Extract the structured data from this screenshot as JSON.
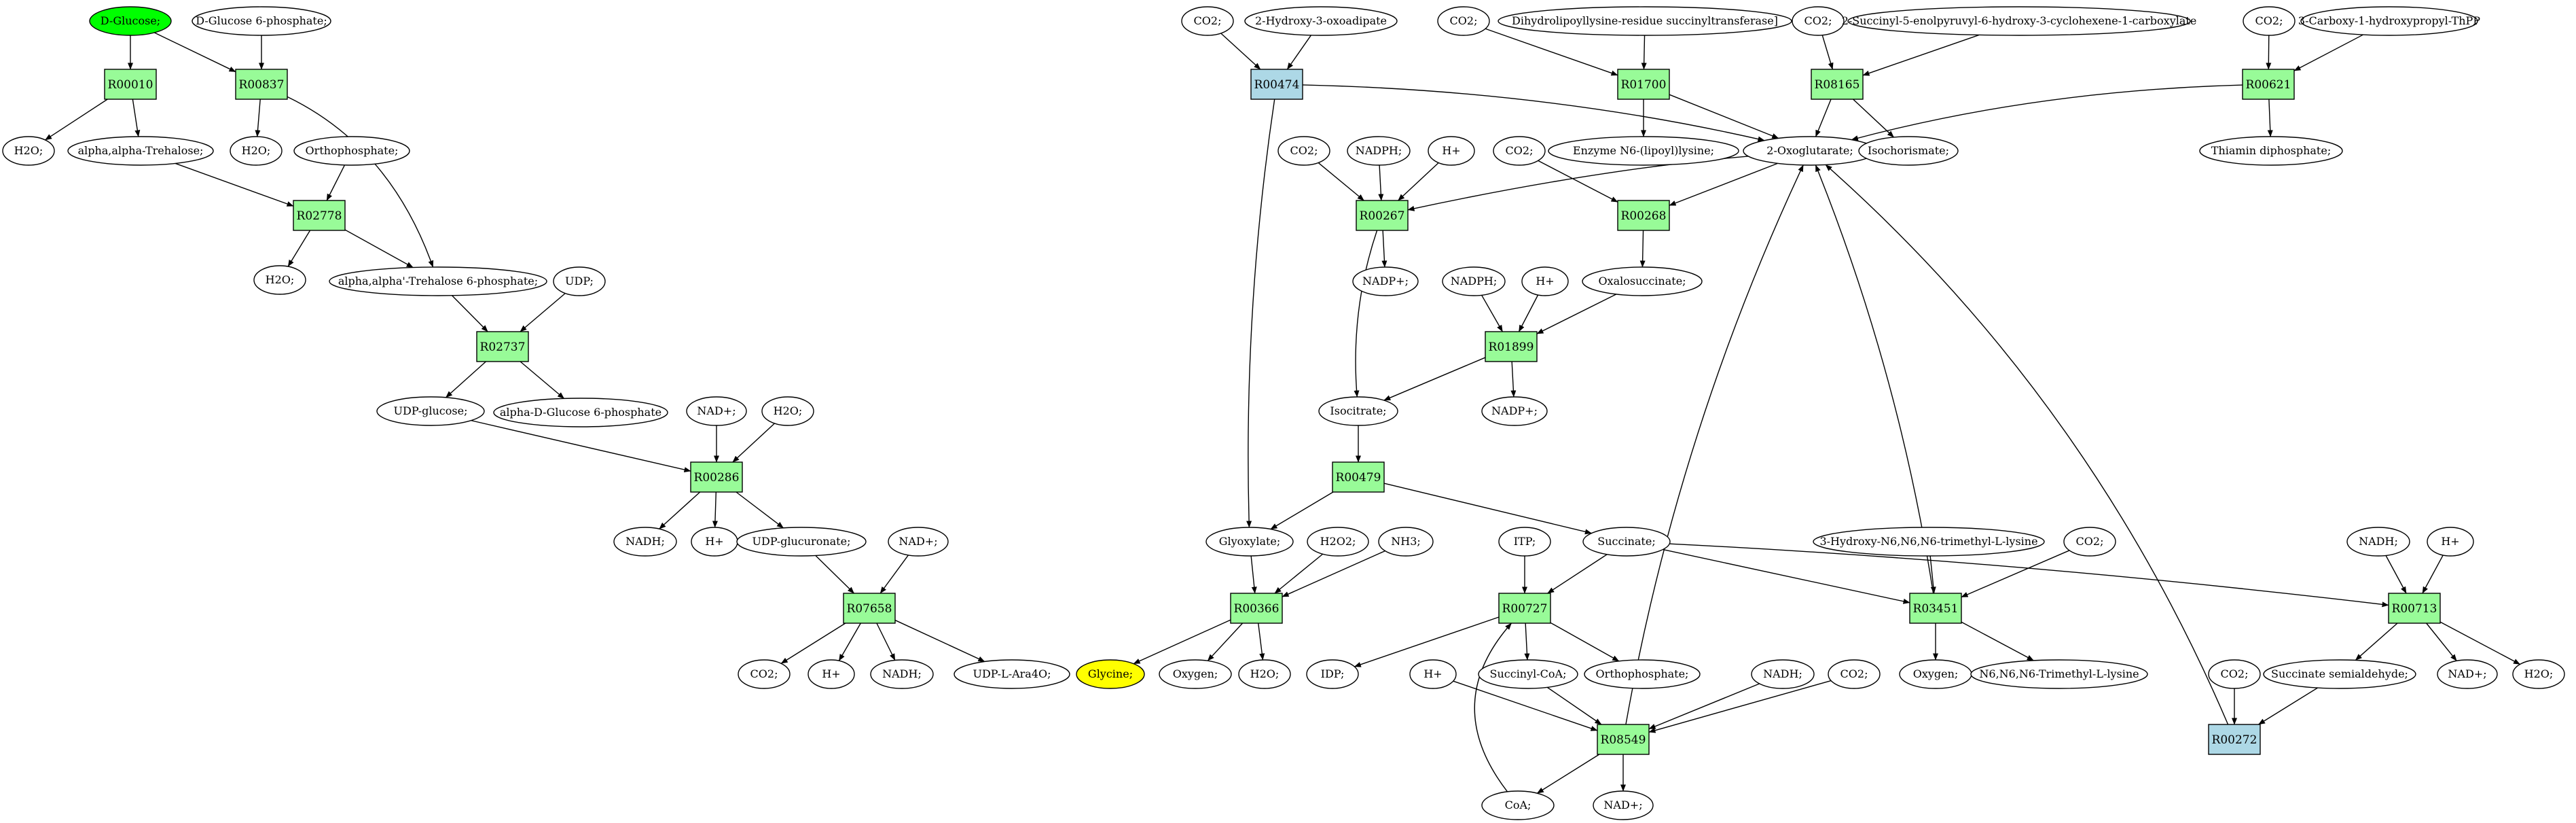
{
  "metabolites": {
    "d_glucose": "D-Glucose;",
    "d_glucose_6p": "D-Glucose 6-phosphate;",
    "h2o_a": "H2O;",
    "trehalose": "alpha,alpha-Trehalose;",
    "h2o_b": "H2O;",
    "orthophosphate_a": "Orthophosphate;",
    "h2o_c": "H2O;",
    "trehalose_6p": "alpha,alpha'-Trehalose 6-phosphate;",
    "udp": "UDP;",
    "udp_glucose": "UDP-glucose;",
    "alpha_d_glucose_6p": "alpha-D-Glucose 6-phosphate",
    "nad_a": "NAD+;",
    "h2o_d": "H2O;",
    "nadh_a": "NADH;",
    "h_a": "H+",
    "udp_glucuronate": "UDP-glucuronate;",
    "nad_b": "NAD+;",
    "co2_a": "CO2;",
    "h_b": "H+",
    "nadh_b": "NADH;",
    "udp_l_ara4o": "UDP-L-Ara4O;",
    "co2_b": "CO2;",
    "hydroxy_oxoadipate": "2-Hydroxy-3-oxoadipate",
    "co2_c": "CO2;",
    "dihydrolipoyllysine": "Dihydrolipoyllysine-residue succinyltransferase]",
    "co2_d": "CO2;",
    "succinyl_enolpyruvyl": "2-Succinyl-5-enolpyruvyl-6-hydroxy-3-cyclohexene-1-carboxylate",
    "co2_e": "CO2;",
    "carboxy_hydroxypropyl_thpp": "3-Carboxy-1-hydroxypropyl-ThPP",
    "enzyme_lipoyllysine": "Enzyme N6-(lipoyl)lysine;",
    "oxoglutarate": "2-Oxoglutarate;",
    "isochorismate": "Isochorismate;",
    "thiamin_diphosphate": "Thiamin diphosphate;",
    "co2_f": "CO2;",
    "nadph_a": "NADPH;",
    "h_c": "H+",
    "co2_g": "CO2;",
    "nadp_a": "NADP+;",
    "nadph_b": "NADPH;",
    "h_d": "H+",
    "oxalosuccinate": "Oxalosuccinate;",
    "isocitrate": "Isocitrate;",
    "nadp_b": "NADP+;",
    "glyoxylate": "Glyoxylate;",
    "h2o2": "H2O2;",
    "nh3": "NH3;",
    "itp": "ITP;",
    "succinate": "Succinate;",
    "trimethyllysine_hydroxy": "3-Hydroxy-N6,N6,N6-trimethyl-L-lysine",
    "co2_h": "CO2;",
    "nadh_c": "NADH;",
    "h_e": "H+",
    "glycine": "Glycine;",
    "oxygen_a": "Oxygen;",
    "h2o_e": "H2O;",
    "idp": "IDP;",
    "succinyl_coa": "Succinyl-CoA;",
    "orthophosphate_b": "Orthophosphate;",
    "oxygen_b": "Oxygen;",
    "trimethyllysine": "N6,N6,N6-Trimethyl-L-lysine",
    "succinate_semialdehyde": "Succinate semialdehyde;",
    "nad_c": "NAD+;",
    "h2o_f": "H2O;",
    "co2_i": "CO2;",
    "h_f": "H+",
    "nadh_d": "NADH;",
    "co2_j": "CO2;",
    "coa": "CoA;",
    "nad_d": "NAD+;"
  },
  "reactions": {
    "R00010": "R00010",
    "R00837": "R00837",
    "R02778": "R02778",
    "R02737": "R02737",
    "R00286": "R00286",
    "R07658": "R07658",
    "R00474": "R00474",
    "R01700": "R01700",
    "R08165": "R08165",
    "R00621": "R00621",
    "R00267": "R00267",
    "R00268": "R00268",
    "R01899": "R01899",
    "R00479": "R00479",
    "R00366": "R00366",
    "R00727": "R00727",
    "R03451": "R03451",
    "R00713": "R00713",
    "R08549": "R08549",
    "R00272": "R00272"
  },
  "colors": {
    "reaction_fill": "#98fb98",
    "reaction_highlight_fill": "#add8e6",
    "source_highlight_fill": "#00ff00",
    "target_highlight_fill": "#ffff00"
  }
}
